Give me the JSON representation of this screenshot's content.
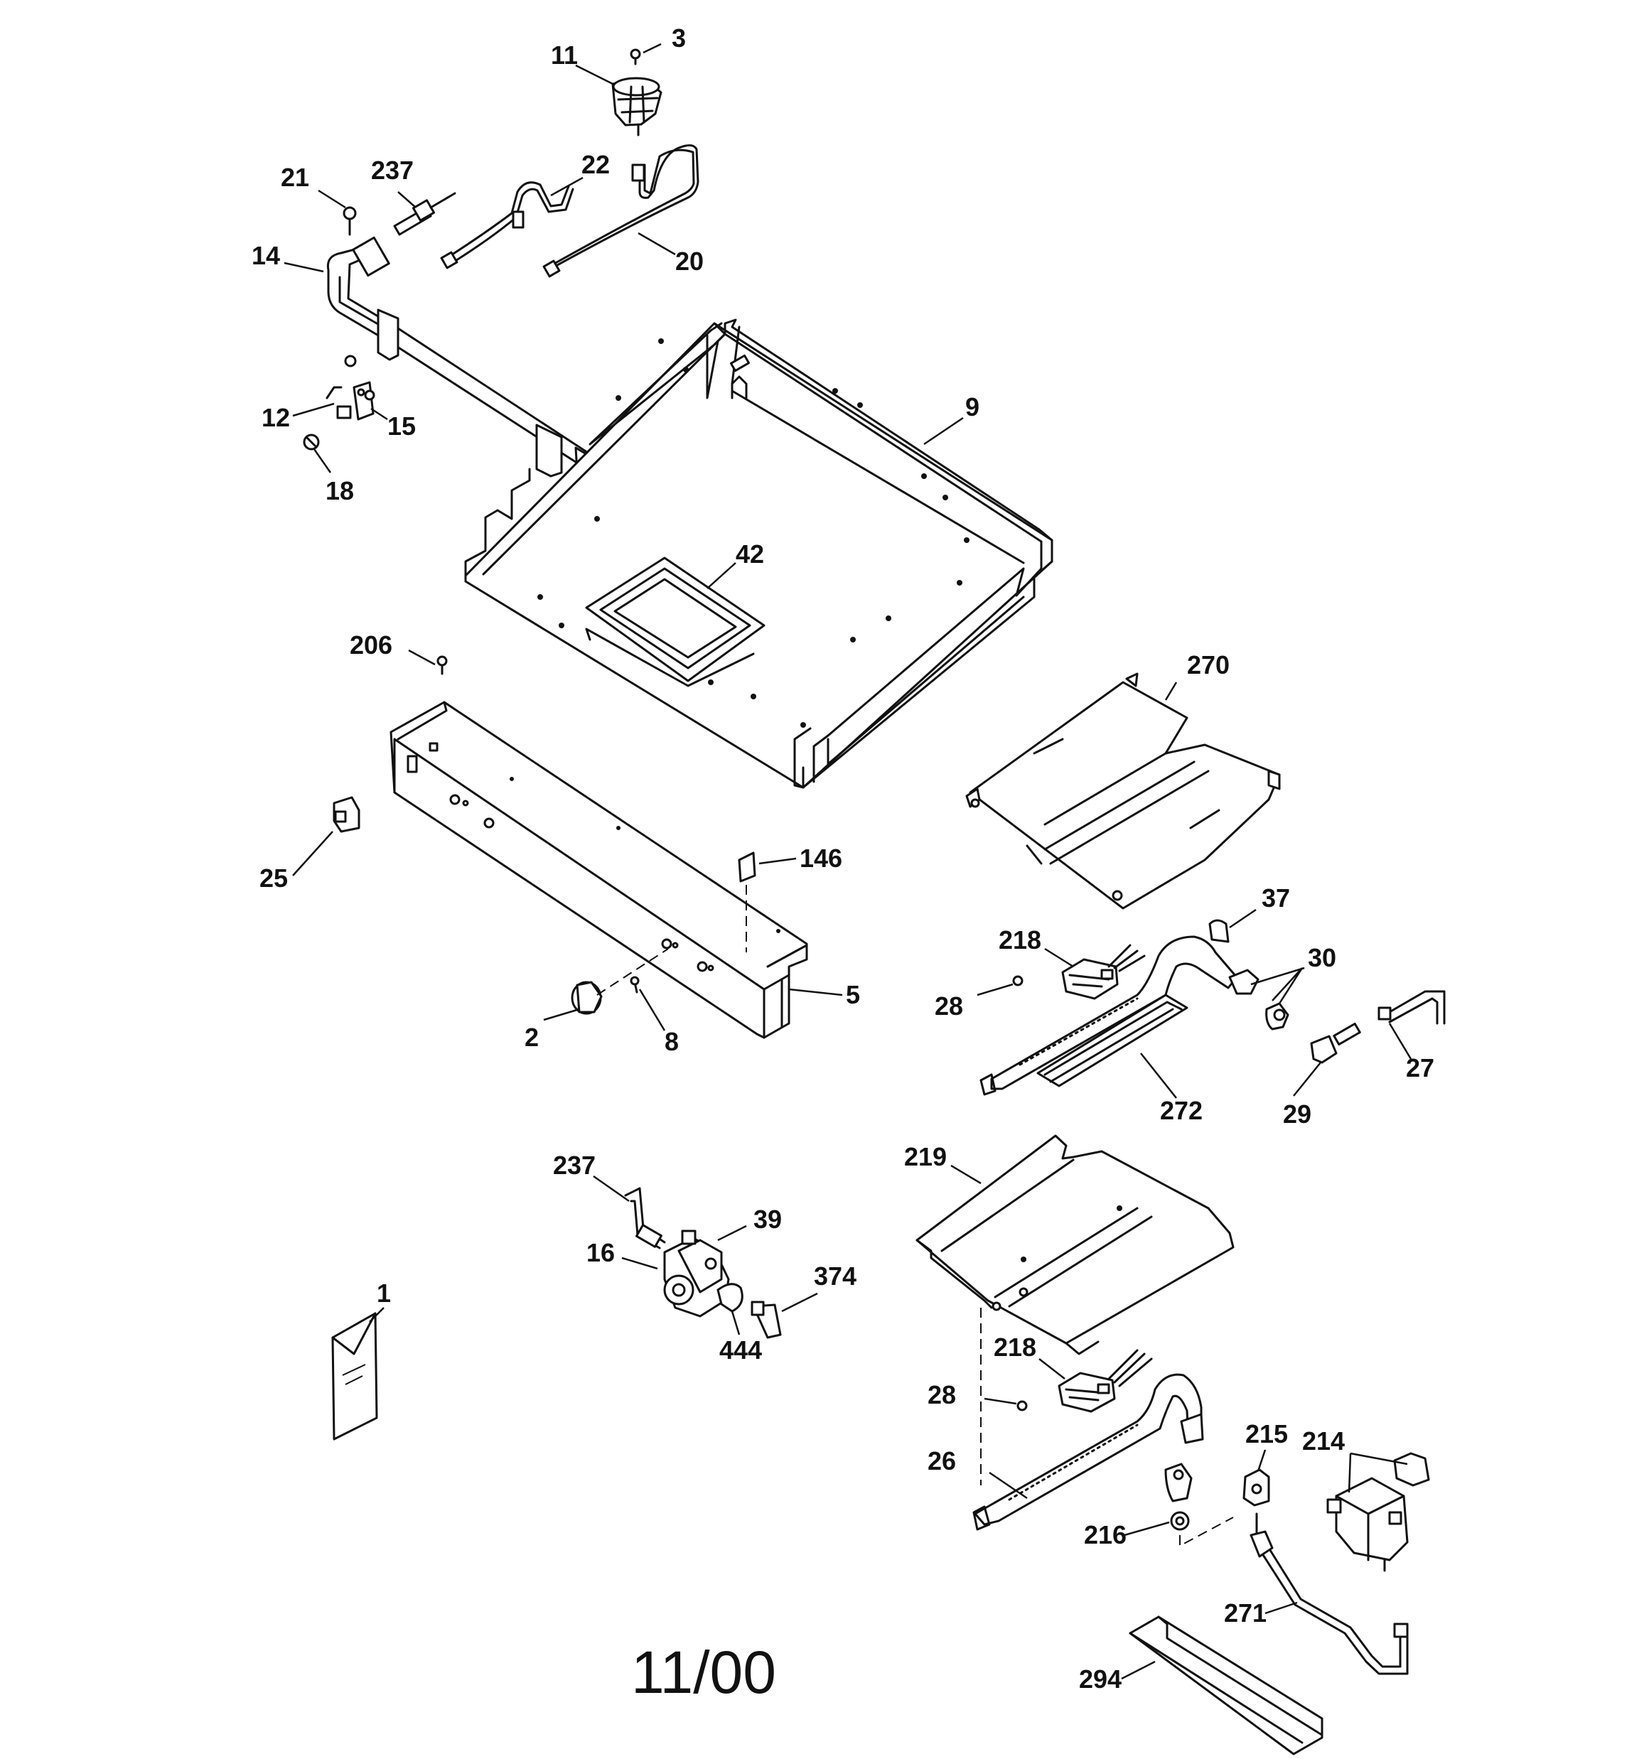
{
  "parts": [
    {
      "id": "p3",
      "label": "3"
    },
    {
      "id": "p11",
      "label": "11"
    },
    {
      "id": "p21",
      "label": "21"
    },
    {
      "id": "p237a",
      "label": "237"
    },
    {
      "id": "p22",
      "label": "22"
    },
    {
      "id": "p14",
      "label": "14"
    },
    {
      "id": "p20",
      "label": "20"
    },
    {
      "id": "p12",
      "label": "12"
    },
    {
      "id": "p15",
      "label": "15"
    },
    {
      "id": "p18",
      "label": "18"
    },
    {
      "id": "p9",
      "label": "9"
    },
    {
      "id": "p42",
      "label": "42"
    },
    {
      "id": "p206",
      "label": "206"
    },
    {
      "id": "p270",
      "label": "270"
    },
    {
      "id": "p25",
      "label": "25"
    },
    {
      "id": "p146",
      "label": "146"
    },
    {
      "id": "p37",
      "label": "37"
    },
    {
      "id": "p218a",
      "label": "218"
    },
    {
      "id": "p30",
      "label": "30"
    },
    {
      "id": "p28a",
      "label": "28"
    },
    {
      "id": "p5",
      "label": "5"
    },
    {
      "id": "p2",
      "label": "2"
    },
    {
      "id": "p8",
      "label": "8"
    },
    {
      "id": "p27",
      "label": "27"
    },
    {
      "id": "p272",
      "label": "272"
    },
    {
      "id": "p29",
      "label": "29"
    },
    {
      "id": "p219",
      "label": "219"
    },
    {
      "id": "p237b",
      "label": "237"
    },
    {
      "id": "p39",
      "label": "39"
    },
    {
      "id": "p16",
      "label": "16"
    },
    {
      "id": "p374",
      "label": "374"
    },
    {
      "id": "p444",
      "label": "444"
    },
    {
      "id": "p1",
      "label": "1"
    },
    {
      "id": "p218b",
      "label": "218"
    },
    {
      "id": "p28b",
      "label": "28"
    },
    {
      "id": "p215",
      "label": "215"
    },
    {
      "id": "p214",
      "label": "214"
    },
    {
      "id": "p26",
      "label": "26"
    },
    {
      "id": "p216",
      "label": "216"
    },
    {
      "id": "p271",
      "label": "271"
    },
    {
      "id": "p294",
      "label": "294"
    }
  ],
  "footer": {
    "date": "11/00"
  }
}
